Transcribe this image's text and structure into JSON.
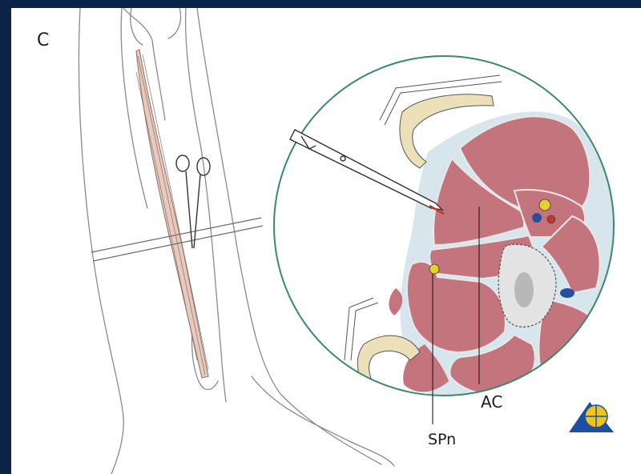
{
  "figure": {
    "panel_label": "C",
    "labels": {
      "ac": "AC",
      "spn": "SPn"
    }
  },
  "colors": {
    "frame": "#0d2247",
    "muscle": "#c4747d",
    "fascia_line": "#e8e8e8",
    "bone": "#ece0b8",
    "circle_outline": "#3a8a6a",
    "nerve": "#e6d12a",
    "vein": "#2a4e9e",
    "artery": "#c0392b",
    "logo_blue": "#1f4fa0",
    "logo_yellow": "#f2c417"
  }
}
